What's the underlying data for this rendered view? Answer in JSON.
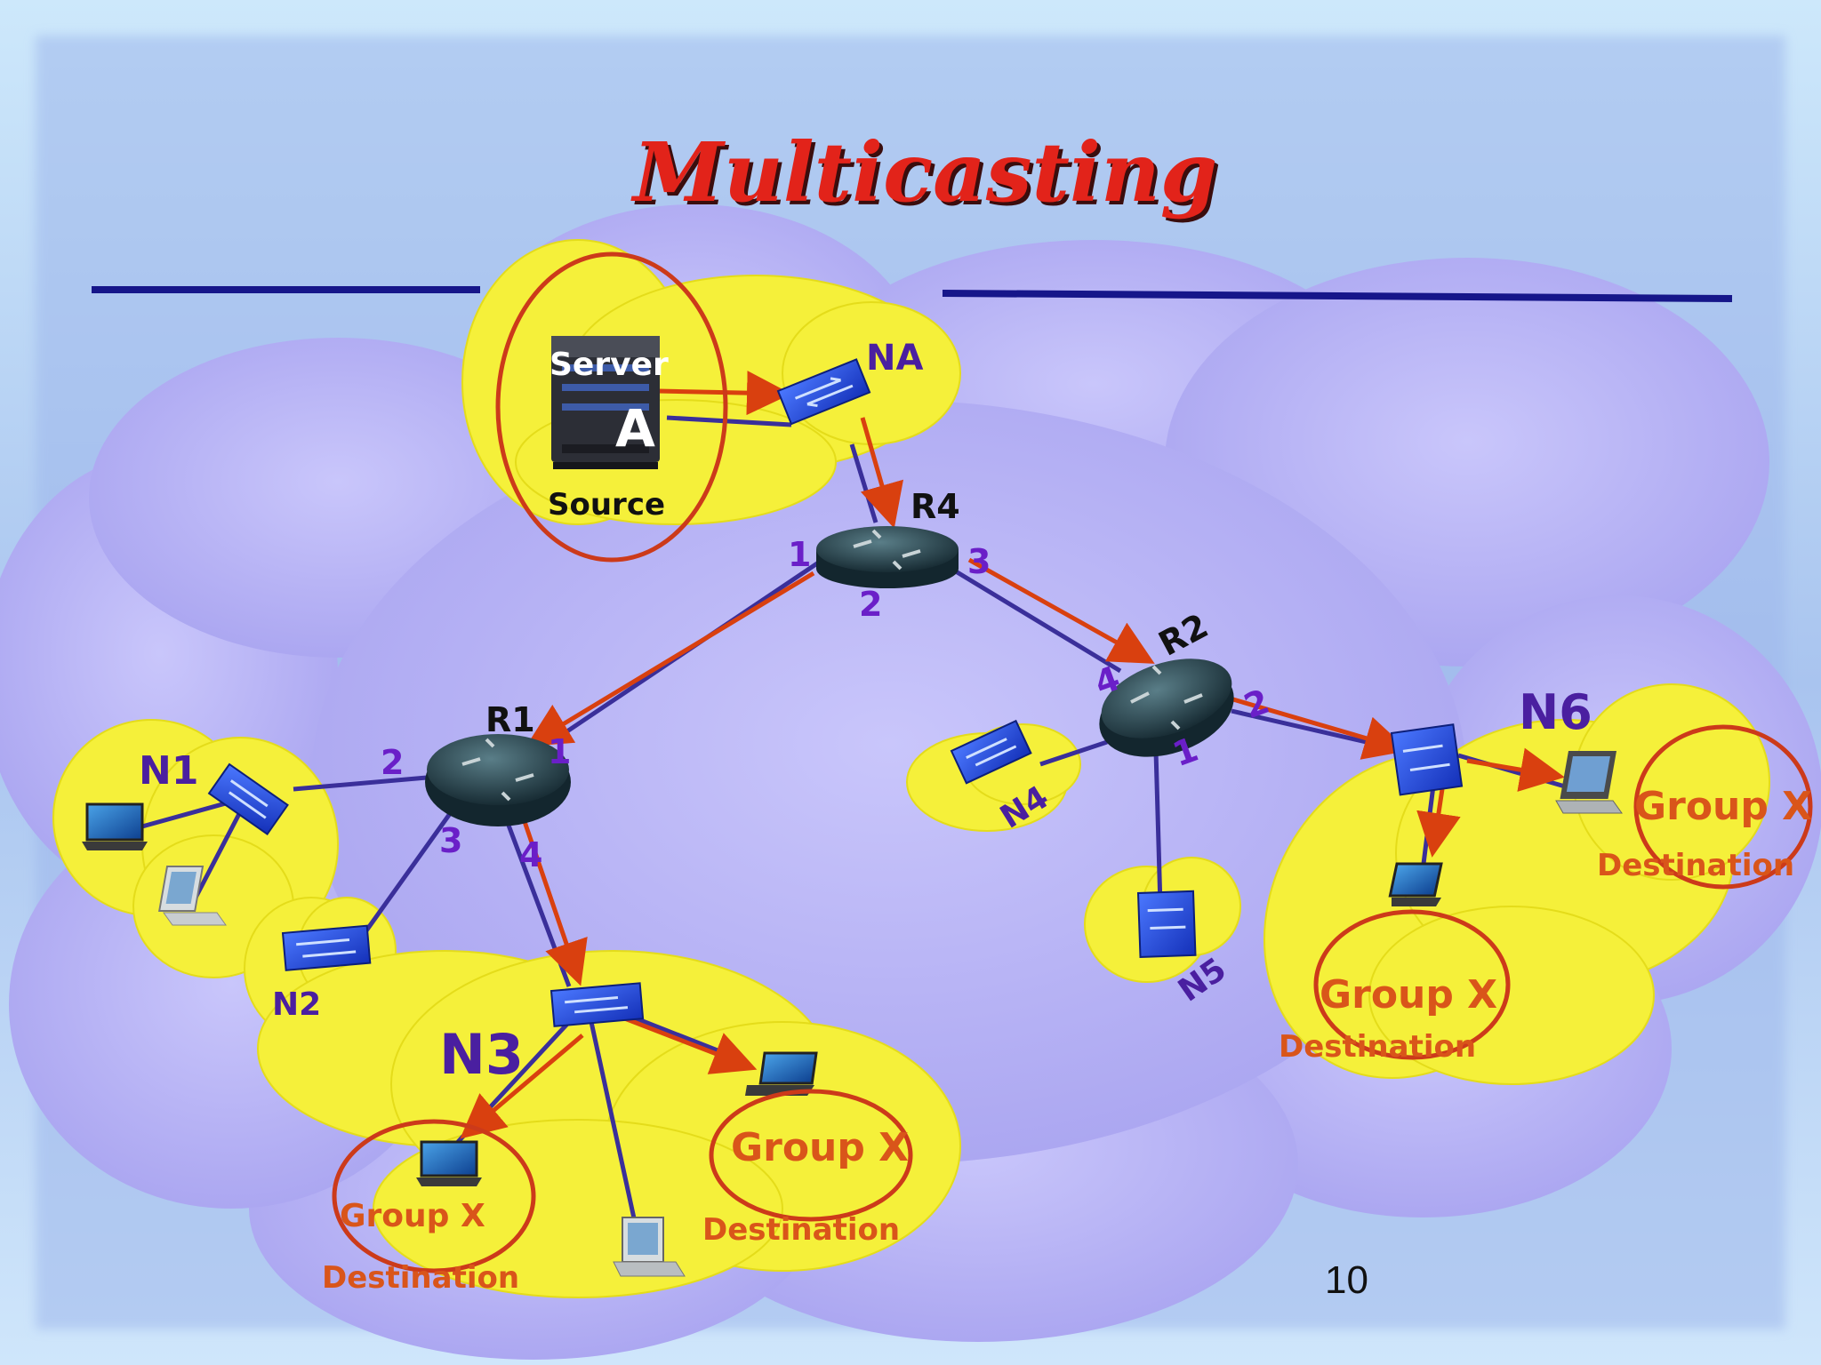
{
  "slide": {
    "title": "Multicasting",
    "page_number": "10"
  },
  "nodes": {
    "server_label": "Server",
    "server_id": "A",
    "source_label": "Source",
    "networks": {
      "na": "NA",
      "n1": "N1",
      "n2": "N2",
      "n3": "N3",
      "n4": "N4",
      "n5": "N5",
      "n6": "N6"
    },
    "routers": {
      "r1": "R1",
      "r2": "R2",
      "r4": "R4"
    },
    "ports": {
      "r4_1": "1",
      "r4_2": "2",
      "r4_3": "3",
      "r2_4": "4",
      "r2_2": "2",
      "r2_1": "1",
      "r1_1": "1",
      "r1_2": "2",
      "r1_3": "3",
      "r1_4": "4"
    }
  },
  "groups": {
    "group_label": "Group X",
    "destination_label": "Destination"
  },
  "colors": {
    "title": "#e2231a",
    "multicast_path": "#d9400f",
    "link": "#3a2f9a",
    "lan_cloud": "#f5f03a",
    "backbone_cloud": "#b7b4f5",
    "highlight_circle": "#cc3a1a",
    "port_number": "#6a1fc8"
  },
  "icons": [
    "server-icon",
    "switch-icon",
    "router-icon",
    "laptop-icon"
  ]
}
